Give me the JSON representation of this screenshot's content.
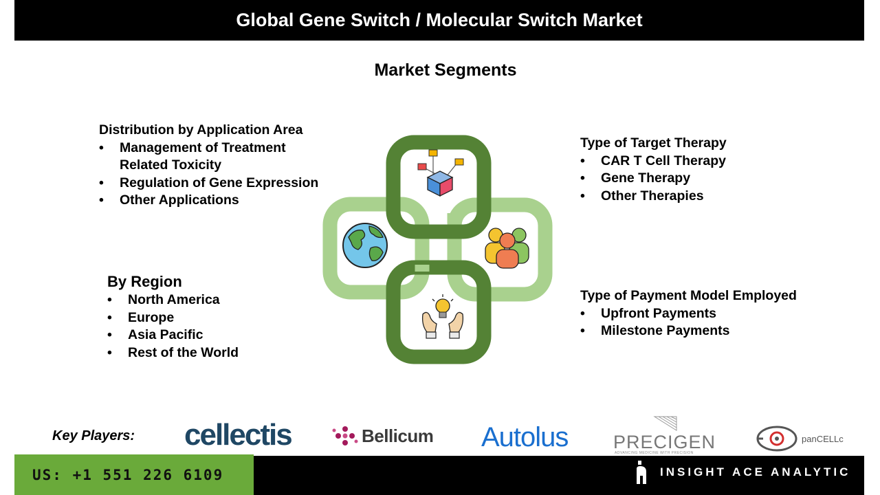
{
  "header": {
    "title": "Global Gene Switch / Molecular Switch Market"
  },
  "subtitle": "Market Segments",
  "segments": {
    "application": {
      "title": "Distribution  by Application Area",
      "items": [
        "Management of Treatment Related Toxicity",
        "Regulation of Gene Expression",
        "Other Applications"
      ]
    },
    "region": {
      "title": "By Region",
      "items": [
        "North America",
        "Europe",
        "Asia Pacific",
        "Rest of the World"
      ]
    },
    "target_therapy": {
      "title": "Type of Target Therapy",
      "items": [
        "CAR T Cell Therapy",
        "Gene Therapy",
        "Other Therapies"
      ]
    },
    "payment_model": {
      "title": "Type of Payment Model Employed",
      "items": [
        "Upfront Payments",
        "Milestone Payments"
      ]
    }
  },
  "graphic": {
    "icons": [
      "molecule-cube-icon",
      "globe-icon",
      "people-group-icon",
      "hands-lightbulb-icon"
    ],
    "colors": {
      "dark_green": "#548235",
      "light_green": "#a9d18e"
    }
  },
  "key_players": {
    "label": "Key Players:",
    "logos": {
      "cellectis": "cellectis",
      "bellicum": "Bellicum",
      "autolus": "Autolus",
      "precigen": "PRECIGEN",
      "precigen_tagline": "ADVANCING MEDICINE WITH PRECISION",
      "pancell": "panCELLc"
    }
  },
  "footer": {
    "phone": "US: +1 551 226 6109",
    "brand": "INSIGHT ACE ANALYTIC",
    "accent_color": "#6aaa3a"
  }
}
